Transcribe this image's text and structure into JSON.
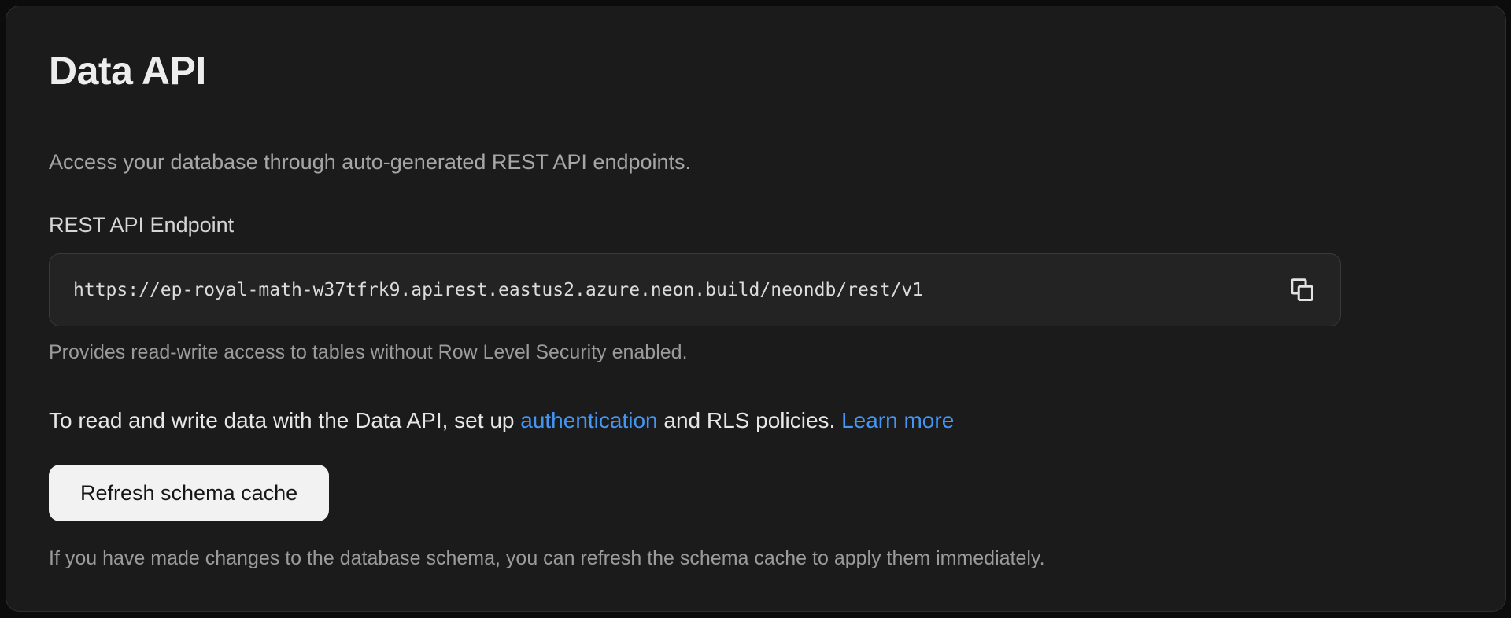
{
  "page": {
    "title": "Data API",
    "description": "Access your database through auto-generated REST API endpoints."
  },
  "endpoint": {
    "label": "REST API Endpoint",
    "url": "https://ep-royal-math-w37tfrk9.apirest.eastus2.azure.neon.build/neondb/rest/v1",
    "copy_icon": "copy-icon",
    "helper": "Provides read-write access to tables without Row Level Security enabled."
  },
  "rls_note": {
    "prefix": "To read and write data with the Data API, set up ",
    "auth_link": "authentication",
    "middle": " and RLS policies. ",
    "learn_more_link": "Learn more"
  },
  "schema_cache": {
    "button_label": "Refresh schema cache",
    "helper": "If you have made changes to the database schema, you can refresh the schema cache to apply them immediately."
  },
  "colors": {
    "page_bg": "#0c0c0d",
    "panel_bg": "#1b1b1b",
    "panel_border": "#2f2f2f",
    "field_bg": "#232323",
    "field_border": "#3a3a3a",
    "text_primary": "#ededed",
    "text_muted": "#9b9b9b",
    "label_text": "#d6d6d6",
    "link": "#4496f5",
    "button_bg": "#f2f2f2",
    "button_text": "#161616",
    "icon": "#e3e3e3"
  }
}
